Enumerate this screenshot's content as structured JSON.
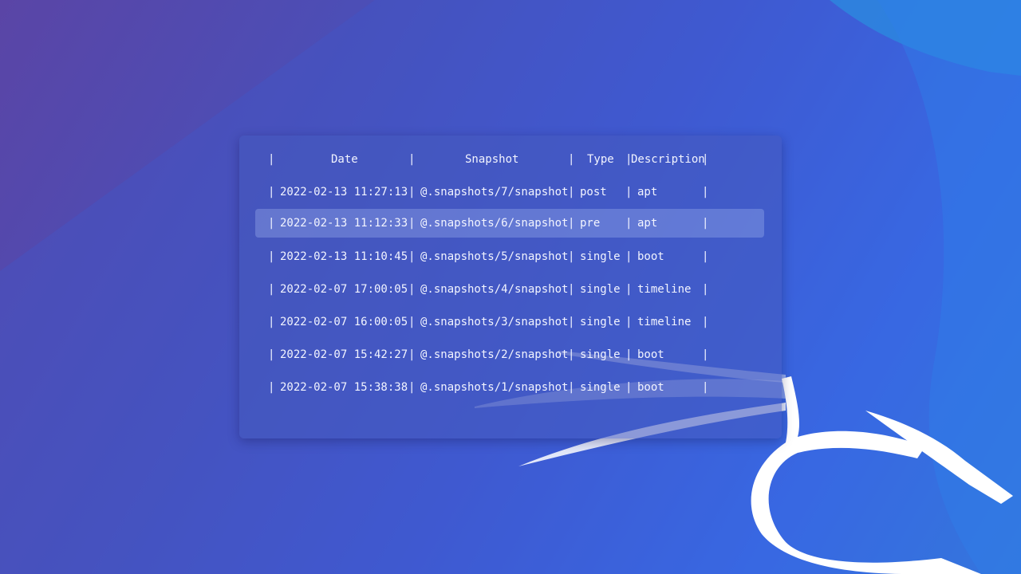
{
  "table": {
    "headers": {
      "date": "Date",
      "snapshot": "Snapshot",
      "type": "Type",
      "description": "Description"
    },
    "separator": "|",
    "rows": [
      {
        "date": "2022-02-13 11:27:13",
        "snapshot": "@.snapshots/7/snapshot",
        "type": "post",
        "description": "apt"
      },
      {
        "date": "2022-02-13 11:12:33",
        "snapshot": "@.snapshots/6/snapshot",
        "type": "pre",
        "description": "apt"
      },
      {
        "date": "2022-02-13 11:10:45",
        "snapshot": "@.snapshots/5/snapshot",
        "type": "single",
        "description": "boot"
      },
      {
        "date": "2022-02-07 17:00:05",
        "snapshot": "@.snapshots/4/snapshot",
        "type": "single",
        "description": "timeline"
      },
      {
        "date": "2022-02-07 16:00:05",
        "snapshot": "@.snapshots/3/snapshot",
        "type": "single",
        "description": "timeline"
      },
      {
        "date": "2022-02-07 15:42:27",
        "snapshot": "@.snapshots/2/snapshot",
        "type": "single",
        "description": "boot"
      },
      {
        "date": "2022-02-07 15:38:38",
        "snapshot": "@.snapshots/1/snapshot",
        "type": "single",
        "description": "boot"
      }
    ],
    "selected_row": 1
  },
  "wallpaper": {
    "logo_icon": "kali-dragon-icon",
    "accent": "#ffffff"
  }
}
